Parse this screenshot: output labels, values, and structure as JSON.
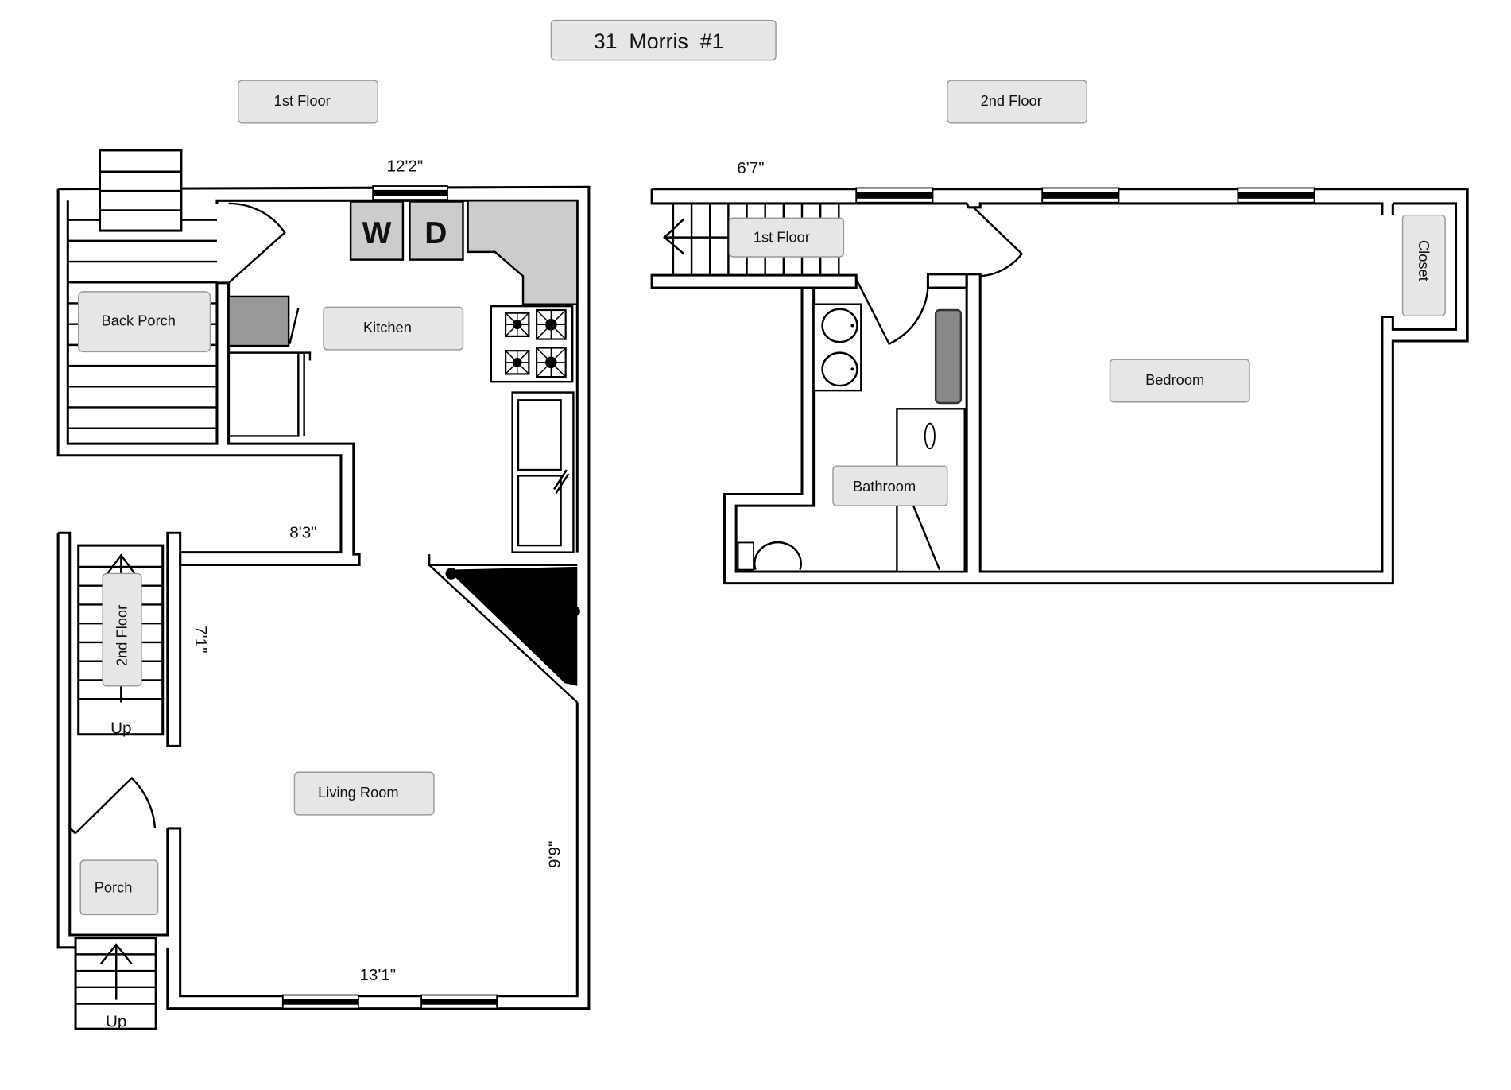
{
  "title": "31  Morris  #1",
  "floor_labels": {
    "first": "1st Floor",
    "second": "2nd Floor"
  },
  "first_floor": {
    "rooms": {
      "back_porch": "Back Porch",
      "kitchen": "Kitchen",
      "living_room": "Living Room",
      "porch": "Porch"
    },
    "appliances": {
      "washer": "W",
      "dryer": "D"
    },
    "stair_to_second": "2nd Floor",
    "stair_up": "Up",
    "porch_up": "Up",
    "dimensions": {
      "top_width": "12'2\"",
      "hall_width": "8'3\"",
      "stair_wall": "7'1\"",
      "living_depth": "9'9\"",
      "bottom_width": "13'1\""
    }
  },
  "second_floor": {
    "rooms": {
      "bedroom": "Bedroom",
      "bathroom": "Bathroom",
      "closet": "Closet"
    },
    "stair_to_first": "1st Floor",
    "dimensions": {
      "stair_width": "6'7\""
    }
  },
  "colors": {
    "label_fill": "#e6e6e6",
    "appliance_fill": "#cccccc",
    "wall": "#000000"
  }
}
